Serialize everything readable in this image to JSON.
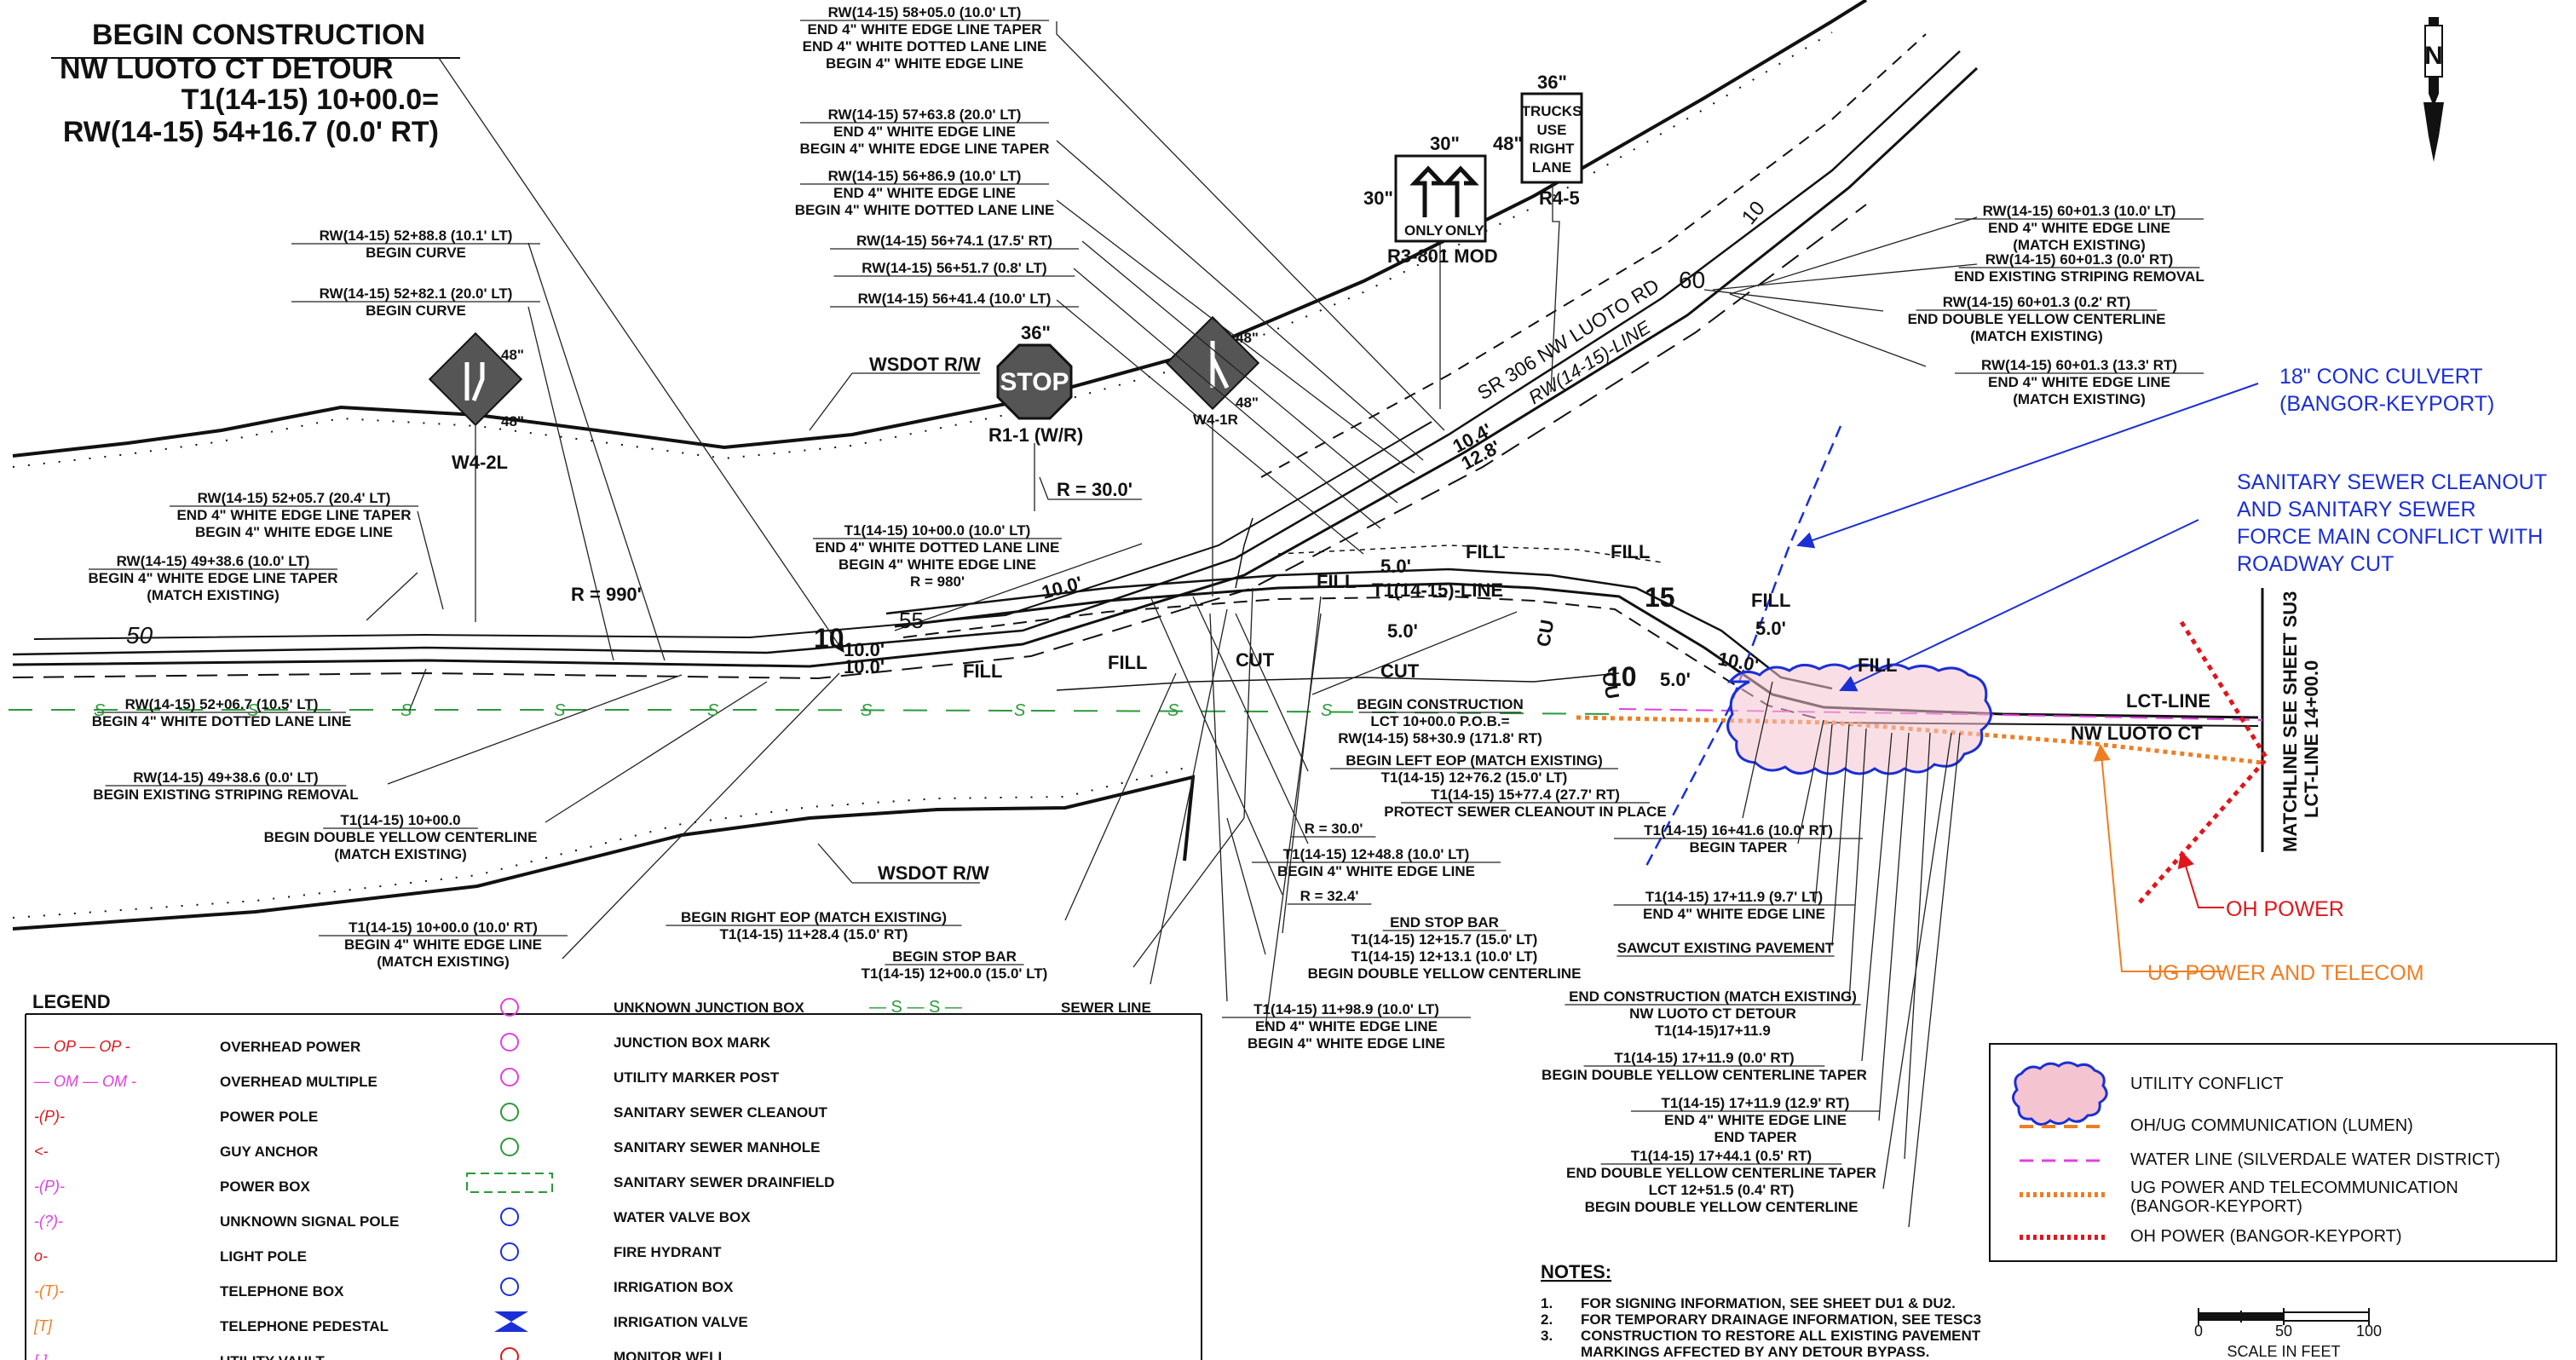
{
  "title": {
    "line1": "BEGIN  CONSTRUCTION",
    "line2": "NW  LUOTO  CT  DETOUR",
    "line3": "T1(14-15)  10+00.0=",
    "line4": "RW(14-15)  54+16.7  (0.0' RT)"
  },
  "signs": {
    "w42l": {
      "size_top": "48\"",
      "size_side": "48\"",
      "code": "W4-2L"
    },
    "stop": {
      "size": "36\"",
      "text": "STOP",
      "code": "R1-1  (W/R)"
    },
    "w41r": {
      "size_top": "48\"",
      "size_side": "48\"",
      "code": "W4-1R"
    },
    "r3801": {
      "size_top": "30\"",
      "size_side": "30\"",
      "only1": "ONLY",
      "only2": "ONLY",
      "code": "R3-801  MOD"
    },
    "r45": {
      "size_top": "36\"",
      "size_side": "48\"",
      "l1": "TRUCKS",
      "l2": "USE",
      "l3": "RIGHT",
      "l4": "LANE",
      "code": "R4-5"
    }
  },
  "callouts": {
    "a1": [
      "RW(14-15)  58+05.0  (10.0' LT)",
      "END  4\" WHITE EDGE LINE TAPER",
      "END  4\" WHITE DOTTED LANE LINE",
      "BEGIN  4\" WHITE EDGE LINE"
    ],
    "a2": [
      "RW(14-15)  57+63.8  (20.0' LT)",
      "END  4\" WHITE EDGE LINE",
      "BEGIN  4\" WHITE EDGE LINE  TAPER"
    ],
    "a3": [
      "RW(14-15)  56+86.9  (10.0' LT)",
      "END  4\" WHITE EDGE LINE",
      "BEGIN  4\" WHITE DOTTED  LANE  LINE"
    ],
    "a4": [
      "RW(14-15)  56+74.1  (17.5' RT)"
    ],
    "a5": [
      "RW(14-15)  56+51.7  (0.8' LT)"
    ],
    "a6": [
      "RW(14-15)  56+41.4  (10.0' LT)"
    ],
    "b1": [
      "RW(14-15)  52+88.8  (10.1' LT)",
      "BEGIN  CURVE"
    ],
    "b2": [
      "RW(14-15)  52+82.1  (20.0' LT)",
      "BEGIN  CURVE"
    ],
    "b3": [
      "RW(14-15)  52+05.7  (20.4' LT)",
      "END  4\" WHITE EDGE LINE TAPER",
      "BEGIN  4\" WHITE EDGE LINE"
    ],
    "b4": [
      "RW(14-15)  49+38.6  (10.0' LT)",
      "BEGIN  4\" WHITE EDGE LINE TAPER",
      "(MATCH  EXISTING)"
    ],
    "b5": [
      "RW(14-15)  52+06.7  (10.5' LT)",
      "BEGIN  4\" WHITE DOTTED LANE LINE"
    ],
    "b6": [
      "RW(14-15)  49+38.6  (0.0' LT)",
      "BEGIN  EXISTING  STRIPING  REMOVAL"
    ],
    "b7": [
      "T1(14-15)  10+00.0",
      "BEGIN  DOUBLE YELLOW  CENTERLINE",
      "(MATCH  EXISTING)"
    ],
    "b8": [
      "T1(14-15)  10+00.0  (10.0' RT)",
      "BEGIN  4\" WHITE EDGE LINE",
      "(MATCH  EXISTING)"
    ],
    "c1": [
      "T1(14-15)  10+00.0  (10.0' LT)",
      "END  4\" WHITE DOTTED LANE  LINE",
      "BEGIN  4\" WHITE EDGE  LINE",
      "R = 980'"
    ],
    "c2": [
      "BEGIN  RIGHT  EOP  (MATCH  EXISTING)",
      "T1(14-15)  11+28.4  (15.0' RT)"
    ],
    "c3": [
      "BEGIN  STOP  BAR",
      "T1(14-15)  12+00.0  (15.0' LT)"
    ],
    "d1": [
      "BEGIN  CONSTRUCTION",
      "LCT  10+00.0  P.O.B.=",
      "RW(14-15)  58+30.9  (171.8' RT)"
    ],
    "d2": [
      "BEGIN  LEFT  EOP  (MATCH  EXISTING)",
      "T1(14-15)  12+76.2  (15.0' LT)"
    ],
    "d3": [
      "T1(14-15)  15+77.4  (27.7' RT)",
      "PROTECT  SEWER  CLEANOUT  IN  PLACE"
    ],
    "d4": [
      "T1(14-15)  16+41.6  (10.0' RT)",
      "BEGIN  TAPER"
    ],
    "d5": [
      "R = 30.0'"
    ],
    "d6": [
      "T1(14-15)  12+48.8  (10.0' LT)",
      "BEGIN  4\" WHITE  EDGE  LINE"
    ],
    "d7": [
      "R = 32.4'"
    ],
    "d8": [
      "T1(14-15)  17+11.9  (9.7' LT)",
      "END  4\" WHITE  EDGE  LINE"
    ],
    "d9": [
      "END  STOP  BAR",
      "T1(14-15)  12+15.7  (15.0' LT)",
      "T1(14-15)  12+13.1  (10.0' LT)",
      "BEGIN  DOUBLE  YELLOW  CENTERLINE"
    ],
    "d10": [
      "SAWCUT  EXISTING  PAVEMENT"
    ],
    "d11": [
      "END  CONSTRUCTION  (MATCH  EXISTING)",
      "NW  LUOTO  CT  DETOUR",
      "T1(14-15)17+11.9"
    ],
    "d12": [
      "T1(14-15)  11+98.9  (10.0' LT)",
      "END  4\" WHITE  EDGE  LINE",
      "BEGIN  4\" WHITE  EDGE  LINE"
    ],
    "d13": [
      "T1(14-15)  17+11.9  (0.0' RT)",
      "BEGIN  DOUBLE  YELLOW  CENTERLINE  TAPER"
    ],
    "d14": [
      "T1(14-15)  17+11.9  (12.9' RT)",
      "END  4\" WHITE  EDGE  LINE",
      "END  TAPER"
    ],
    "d15": [
      "T1(14-15)  17+44.1  (0.5' RT)",
      "END  DOUBLE  YELLOW  CENTERLINE  TAPER",
      "LCT  12+51.5  (0.4' RT)",
      "BEGIN  DOUBLE  YELLOW  CENTERLINE"
    ],
    "e1": [
      "RW(14-15)  60+01.3  (10.0' LT)",
      "END  4\" WHITE  EDGE  LINE",
      "(MATCH  EXISTING)"
    ],
    "e2": [
      "RW(14-15)  60+01.3  (0.0' RT)",
      "END  EXISTING  STRIPING  REMOVAL"
    ],
    "e3": [
      "RW(14-15)  60+01.3  (0.2' RT)",
      "END  DOUBLE  YELLOW  CENTERLINE",
      "(MATCH  EXISTING)"
    ],
    "e4": [
      "RW(14-15)  60+01.3  (13.3' RT)",
      "END  4\" WHITE  EDGE  LINE",
      "(MATCH  EXISTING)"
    ]
  },
  "map_labels": {
    "wsdot1": "WSDOT  R/W",
    "wsdot2": "WSDOT  R/W",
    "r990": "R = 990'",
    "r30": "R = 30.0'",
    "sta50": "50",
    "sta55": "55",
    "sta10a": "10",
    "sta10b": "10",
    "sta15": "15",
    "sta60": "60",
    "sta10c": "10",
    "dim10a": "10.0'",
    "dim10b": "10.0'",
    "dim10c": "10.0'",
    "dim10d": "10.0'",
    "dim50a": "5.0'",
    "dim50b": "5.0'",
    "dim50c": "5.0'",
    "dim50d": "5.0'",
    "dim104": "10.4'",
    "dim128": "12.8'",
    "fill1": "FILL",
    "fill2": "FILL",
    "fill3": "FILL",
    "fill4": "FILL",
    "fill5": "FILL",
    "fill6": "FILL",
    "fill7": "FILL",
    "cut1": "CUT",
    "cut2": "CUT",
    "cu1": "CU",
    "cu2": "CU",
    "road": "SR  306  NW  LUOTO  RD",
    "rwline": "RW(14-15)-LINE",
    "t1line": "T1(14-15)-LINE",
    "lctline": "LCT-LINE",
    "luotoct": "NW   LUOTO   CT",
    "matchline1": "MATCHLINE  SEE  SHEET  SU3",
    "matchline2": "LCT-LINE  14+00.0",
    "sewer_s": "S"
  },
  "utility_notes": {
    "culvert": [
      "18\" CONC CULVERT",
      "(BANGOR-KEYPORT)"
    ],
    "sewer": [
      "SANITARY SEWER CLEANOUT",
      "AND SANITARY SEWER",
      "FORCE MAIN CONFLICT WITH",
      "ROADWAY CUT"
    ],
    "ohpower": "OH POWER",
    "ugpower": "UG POWER AND TELECOM"
  },
  "legend": {
    "title": "LEGEND",
    "col1": [
      {
        "sym": "— OP — OP -",
        "label": "OVERHEAD  POWER"
      },
      {
        "sym": "— OM — OM -",
        "label": "OVERHEAD  MULTIPLE"
      },
      {
        "sym": "-(P)-",
        "label": "POWER  POLE"
      },
      {
        "sym": "<-",
        "label": "GUY  ANCHOR"
      },
      {
        "sym": "-(P)-",
        "label": "POWER  BOX"
      },
      {
        "sym": "-(?)-",
        "label": "UNKNOWN  SIGNAL  POLE"
      },
      {
        "sym": "o-",
        "label": "LIGHT  POLE"
      },
      {
        "sym": "-(T)-",
        "label": "TELEPHONE  BOX"
      },
      {
        "sym": "[T]",
        "label": "TELEPHONE  PEDESTAL"
      },
      {
        "sym": "[ ]",
        "label": "UTILITY  VAULT"
      }
    ],
    "col2": [
      {
        "label": "UNKNOWN  JUNCTION  BOX"
      },
      {
        "label": "JUNCTION  BOX  MARK"
      },
      {
        "label": "UTILITY  MARKER  POST"
      },
      {
        "label": "SANITARY  SEWER  CLEANOUT"
      },
      {
        "label": "SANITARY  SEWER  MANHOLE"
      },
      {
        "label": "SANITARY  SEWER  DRAINFIELD"
      },
      {
        "label": "WATER  VALVE  BOX"
      },
      {
        "label": "FIRE  HYDRANT"
      },
      {
        "label": "IRRIGATION  BOX"
      },
      {
        "label": "IRRIGATION  VALVE"
      },
      {
        "label": "MONITOR  WELL"
      }
    ],
    "sewer_sym": "— S — S —",
    "sewer_label": "SEWER  LINE"
  },
  "util_legend": [
    {
      "label": "UTILITY  CONFLICT"
    },
    {
      "label": "OH/UG  COMMUNICATION  (LUMEN)"
    },
    {
      "label": "WATER  LINE  (SILVERDALE  WATER  DISTRICT)"
    },
    {
      "label": "UG  POWER  AND  TELECOMMUNICATION",
      "label2": "(BANGOR-KEYPORT)"
    },
    {
      "label": "OH  POWER  (BANGOR-KEYPORT)"
    }
  ],
  "notes": {
    "title": "NOTES:",
    "items": [
      {
        "n": "1.",
        "t": "FOR  SIGNING  INFORMATION,  SEE  SHEET  DU1  &  DU2."
      },
      {
        "n": "2.",
        "t": "FOR  TEMPORARY  DRAINAGE  INFORMATION,  SEE  TESC3"
      },
      {
        "n": "3.",
        "t": "CONSTRUCTION  TO  RESTORE  ALL  EXISTING  PAVEMENT"
      },
      {
        "n": "",
        "t": "MARKINGS  AFFECTED  BY  ANY  DETOUR  BYPASS."
      }
    ]
  },
  "scale": {
    "t0": "0",
    "t50": "50",
    "t100": "100",
    "label": "SCALE  IN  FEET"
  },
  "north": "N",
  "colors": {
    "blue": "#1b2fd6",
    "red": "#e0161b",
    "orange": "#f07d22",
    "magenta": "#e040e0",
    "green": "#2a9a3a",
    "pink": "#f4c4d0"
  }
}
